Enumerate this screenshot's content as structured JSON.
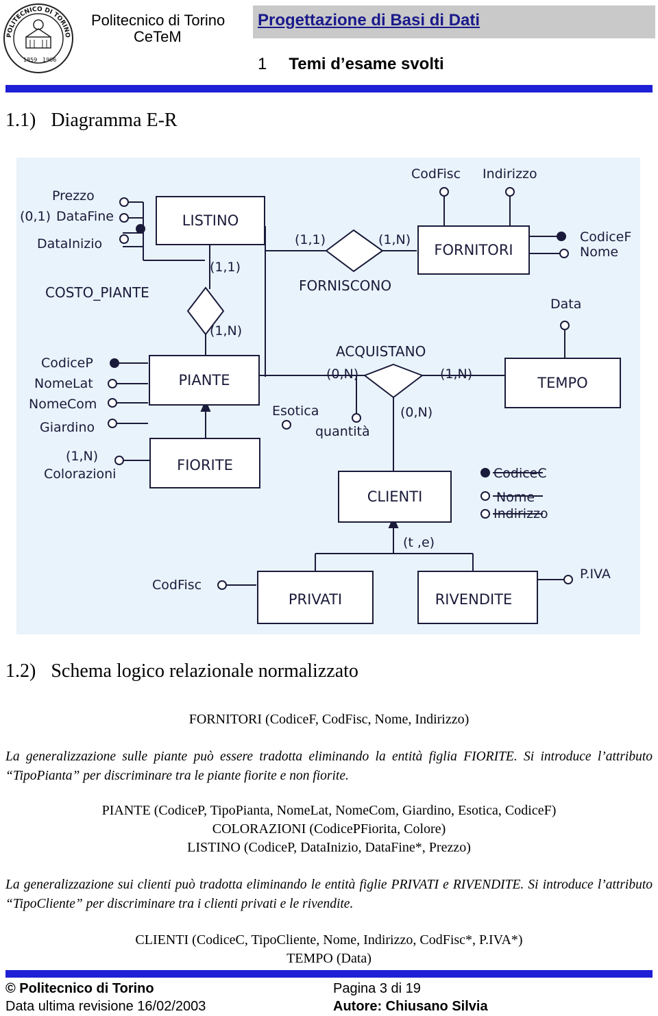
{
  "header": {
    "org_line1": "Politecnico di Torino",
    "org_line2": "CeTeM",
    "course_title": "Progettazione di Basi di Dati",
    "chapter_number": "1",
    "chapter_title": "Temi d’esame svolti",
    "logo_text": "POLITECNICO DI TORINO",
    "logo_years": [
      "1859",
      "1906"
    ]
  },
  "section1": {
    "number": "1.1)",
    "title": "Diagramma E-R"
  },
  "er_diagram": {
    "entities": {
      "listino": "LISTINO",
      "fornitori": "FORNITORI",
      "piante": "PIANTE",
      "tempo": "TEMPO",
      "fiorite": "FIORITE",
      "clienti": "CLIENTI",
      "privati": "PRIVATI",
      "rivendite": "RIVENDITE"
    },
    "relationships": {
      "costo_piante": "COSTO_PIANTE",
      "forniscono": "FORNISCONO",
      "acquistano": "ACQUISTANO"
    },
    "cardinalities": {
      "forn_left": "(1,1)",
      "forn_right": "(1,N)",
      "costo_top": "(1,1)",
      "costo_bottom": "(1,N)",
      "acq_left": "(0,N)",
      "acq_right": "(1,N)",
      "acq_bottom": "(0,N)",
      "coloraz": "(1,N)",
      "generalization": "(t ,e)"
    },
    "attributes": {
      "prezzo": "Prezzo",
      "datafine_card": "(0,1)",
      "datafine": "DataFine",
      "datainizio": "DataInizio",
      "codfisc_forn": "CodFisc",
      "indirizzo_forn": "Indirizzo",
      "codicef": "CodiceF",
      "nome_forn": "Nome",
      "data": "Data",
      "codicep": "CodiceP",
      "nomelat": "NomeLat",
      "nomecom": "NomeCom",
      "giardino": "Giardino",
      "colorazioni": "Colorazioni",
      "esotica": "Esotica",
      "quantita": "quantità",
      "codicec": "CodiceC",
      "nome_cli": "Nome",
      "indirizzo_cli": "Indirizzo",
      "codfisc_priv": "CodFisc",
      "piva": "P.IVA"
    }
  },
  "section2": {
    "number": "1.2)",
    "title": "Schema logico relazionale normalizzato"
  },
  "schema": {
    "fornitori": "FORNITORI (CodiceF, CodFisc, Nome, Indirizzo)",
    "para1": "La generalizzazione sulle piante può essere tradotta eliminando la entità figlia FIORITE. Si introduce l’attributo “TipoPianta” per discriminare tra le piante fiorite e non fiorite.",
    "piante": "PIANTE (CodiceP, TipoPianta, NomeLat, NomeCom, Giardino, Esotica, CodiceF)",
    "colorazioni": "COLORAZIONI (CodicePFiorita, Colore)",
    "listino": "LISTINO (CodiceP, DataInizio, DataFine*, Prezzo)",
    "para2": "La generalizzazione sui clienti può tradotta eliminando le entità figlie PRIVATI e RIVENDITE. Si introduce l’attributo “TipoCliente” per discriminare tra i clienti privati e le rivendite.",
    "clienti": "CLIENTI (CodiceC, TipoCliente, Nome, Indirizzo, CodFisc*, P.IVA*)",
    "tempo": "TEMPO (Data)"
  },
  "footer": {
    "copyright": "© Politecnico di Torino",
    "revision": "Data ultima revisione 16/02/2003",
    "page": "Pagina 3 di 19",
    "author": "Autore: Chiusano Silvia"
  }
}
